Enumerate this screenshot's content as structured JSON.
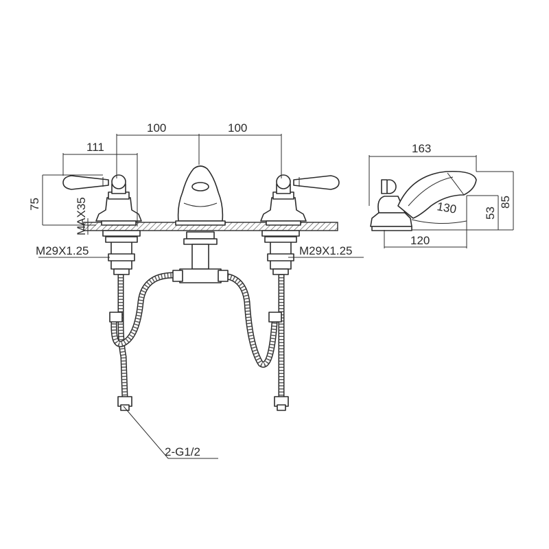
{
  "drawing": {
    "front_view": {
      "dim_center_left": "100",
      "dim_center_right": "100",
      "dim_handle_span": "111",
      "dim_height": "75",
      "dim_max_deck": "MAX35",
      "thread_left": "M29X1.25",
      "thread_right": "M29X1.25",
      "hose_connection": "2-G1/2"
    },
    "side_view": {
      "dim_length": "163",
      "dim_reach": "120",
      "dim_spout_radius": "130",
      "dim_spout_height": "53",
      "dim_total_height": "85"
    }
  }
}
